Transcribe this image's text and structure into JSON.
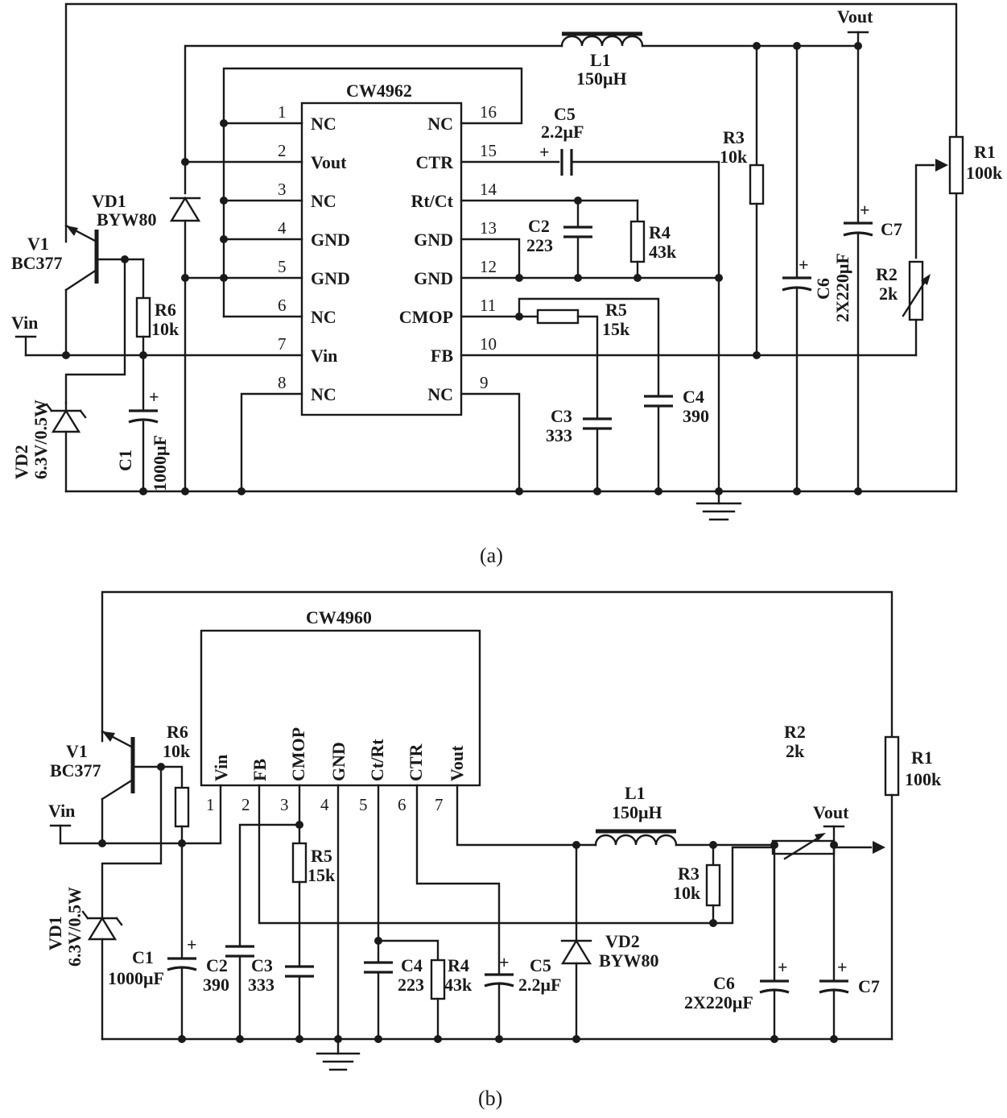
{
  "a": {
    "caption": "(a)",
    "ic": {
      "name": "CW4962",
      "left_pins": [
        {
          "num": "1",
          "label": "NC"
        },
        {
          "num": "2",
          "label": "Vout"
        },
        {
          "num": "3",
          "label": "NC"
        },
        {
          "num": "4",
          "label": "GND"
        },
        {
          "num": "5",
          "label": "GND"
        },
        {
          "num": "6",
          "label": "NC"
        },
        {
          "num": "7",
          "label": "Vin"
        },
        {
          "num": "8",
          "label": "NC"
        }
      ],
      "right_pins": [
        {
          "num": "16",
          "label": "NC"
        },
        {
          "num": "15",
          "label": "CTR"
        },
        {
          "num": "14",
          "label": "Rt/Ct"
        },
        {
          "num": "13",
          "label": "GND"
        },
        {
          "num": "12",
          "label": "GND"
        },
        {
          "num": "11",
          "label": "CMOP"
        },
        {
          "num": "10",
          "label": "FB"
        },
        {
          "num": "9",
          "label": "NC"
        }
      ]
    },
    "components": {
      "L1": {
        "name": "L1",
        "value": "150μH"
      },
      "C5": {
        "name": "C5",
        "value": "2.2μF"
      },
      "C2": {
        "name": "C2",
        "value": "223"
      },
      "R4": {
        "name": "R4",
        "value": "43k"
      },
      "R5": {
        "name": "R5",
        "value": "15k"
      },
      "C3": {
        "name": "C3",
        "value": "333"
      },
      "C4": {
        "name": "C4",
        "value": "390"
      },
      "R3": {
        "name": "R3",
        "value": "10k"
      },
      "C6": {
        "name": "C6",
        "value": "2X220μF"
      },
      "C7": {
        "name": "C7"
      },
      "R1": {
        "name": "R1",
        "value": "100k"
      },
      "R2": {
        "name": "R2",
        "value": "2k"
      },
      "V1": {
        "name": "V1",
        "value": "BC377"
      },
      "VD1": {
        "name": "VD1",
        "value": "BYW80"
      },
      "R6": {
        "name": "R6",
        "value": "10k"
      },
      "C1": {
        "name": "C1",
        "value": "1000μF"
      },
      "VD2": {
        "name": "VD2",
        "value": "6.3V/0.5W"
      }
    },
    "vin": "Vin",
    "vout": "Vout",
    "plus": "+"
  },
  "b": {
    "caption": "(b)",
    "ic": {
      "name": "CW4960",
      "pins": [
        {
          "num": "1",
          "label": "Vin"
        },
        {
          "num": "2",
          "label": "FB"
        },
        {
          "num": "3",
          "label": "CMOP"
        },
        {
          "num": "4",
          "label": "GND"
        },
        {
          "num": "5",
          "label": "Ct/Rt"
        },
        {
          "num": "6",
          "label": "CTR"
        },
        {
          "num": "7",
          "label": "Vout"
        }
      ]
    },
    "components": {
      "V1": {
        "name": "V1",
        "value": "BC377"
      },
      "R6": {
        "name": "R6",
        "value": "10k"
      },
      "VD1": {
        "name": "VD1",
        "value": "6.3V/0.5W"
      },
      "C1": {
        "name": "C1",
        "value": "1000μF"
      },
      "C2": {
        "name": "C2",
        "value": "390"
      },
      "C3": {
        "name": "C3",
        "value": "333"
      },
      "R5": {
        "name": "R5",
        "value": "15k"
      },
      "C4": {
        "name": "C4",
        "value": "223"
      },
      "R4": {
        "name": "R4",
        "value": "43k"
      },
      "C5": {
        "name": "C5",
        "value": "2.2μF"
      },
      "VD2": {
        "name": "VD2",
        "value": "BYW80"
      },
      "L1": {
        "name": "L1",
        "value": "150μH"
      },
      "R3": {
        "name": "R3",
        "value": "10k"
      },
      "R2": {
        "name": "R2",
        "value": "2k"
      },
      "R1": {
        "name": "R1",
        "value": "100k"
      },
      "C6": {
        "name": "C6",
        "value": "2X220μF"
      },
      "C7": {
        "name": "C7"
      }
    },
    "vin": "Vin",
    "vout": "Vout",
    "plus": "+"
  }
}
